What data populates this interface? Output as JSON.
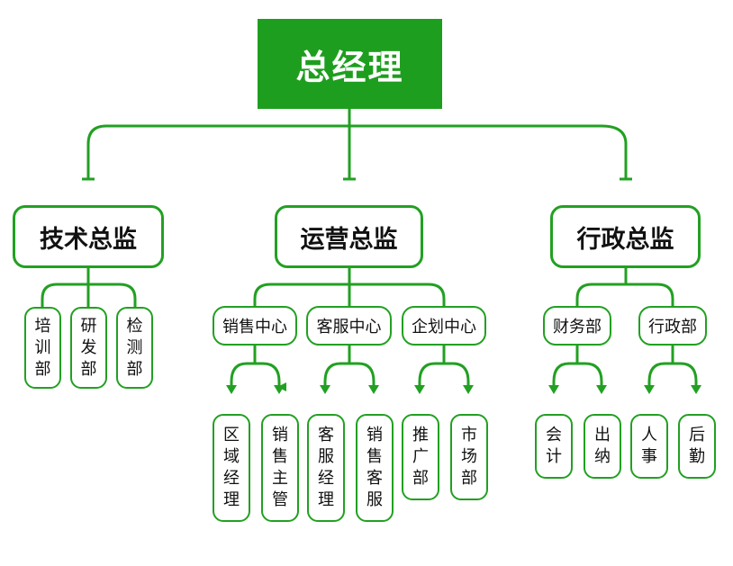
{
  "root": "总经理",
  "directors": [
    {
      "label": "技术总监",
      "departments": [
        "培训部",
        "研发部",
        "检测部"
      ]
    },
    {
      "label": "运营总监",
      "centers": [
        {
          "label": "销售中心",
          "units": [
            "区域经理",
            "销售主管"
          ]
        },
        {
          "label": "客服中心",
          "units": [
            "客服经理",
            "销售客服"
          ]
        },
        {
          "label": "企划中心",
          "units": [
            "推广部",
            "市场部"
          ]
        }
      ]
    },
    {
      "label": "行政总监",
      "centers": [
        {
          "label": "财务部",
          "units": [
            "会计",
            "出纳"
          ]
        },
        {
          "label": "行政部",
          "units": [
            "人事",
            "后勤"
          ]
        }
      ]
    }
  ],
  "colors": {
    "accent": "#1e9e1e",
    "line": "#22a022"
  }
}
